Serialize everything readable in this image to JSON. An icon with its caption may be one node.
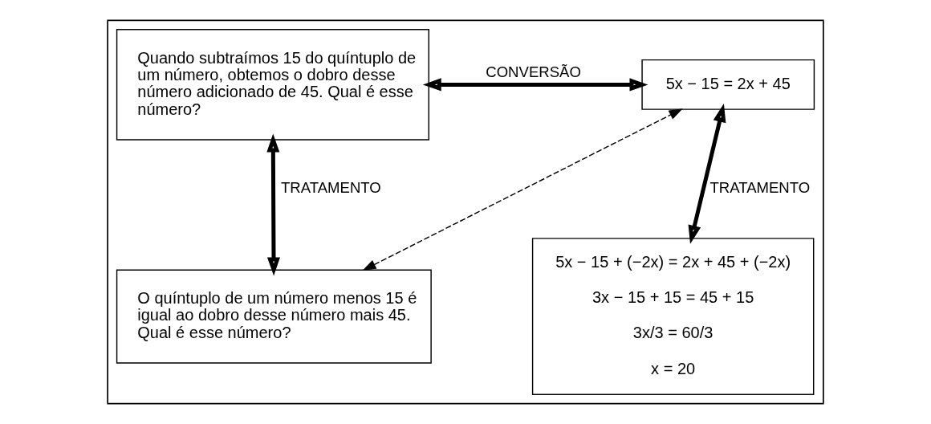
{
  "diagram": {
    "nodes": [
      {
        "text": [],
        "shape": "box"
      },
      {
        "text": [
          "Quando subtraímos 15 do quíntuplo de um número, obtemos o dobro desse número adicionado de 45. Qual é esse número?"
        ],
        "in": 0
      },
      {
        "text": [
          "5x − 15 = 2x + 45"
        ],
        "in": 0
      },
      {
        "text": [
          "O quíntuplo de um número menos 15 é igual ao dobro desse número mais 45. Qual é esse número?"
        ],
        "in": 0
      },
      {
        "text": [
          "5x − 15 + (−2x) = 2x + 45 + (−2x)",
          "3x − 15 + 15 = 45 + 15",
          "3x/3 = 60/3",
          "x = 20"
        ],
        "in": 0
      }
    ],
    "edges": [
      {
        "from": 1,
        "to": 2,
        "arrow": "both",
        "label": "CONVERSÃO"
      },
      {
        "from": 1,
        "to": 3,
        "arrow": "both",
        "label": "TRATAMENTO"
      },
      {
        "from": 2,
        "to": 4,
        "arrow": "both",
        "label": "TRATAMENTO"
      },
      {
        "from": 3,
        "to": 2,
        "arrow": "both",
        "style": "dashed"
      }
    ]
  }
}
